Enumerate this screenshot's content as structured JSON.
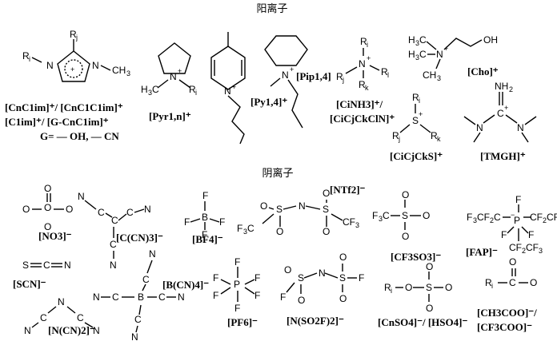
{
  "headings": {
    "cations": "阳离子",
    "anions": "阴离子"
  },
  "cations": {
    "imidazolium": {
      "label1": "[CnC1im]⁺/ [CnC1C1im]⁺",
      "label2": "[C1im]⁺/ [G-CnC1im]⁺",
      "label3": "G= — OH, — CN"
    },
    "pyrrolidinium": {
      "label": "[Pyr1,n]⁺"
    },
    "pyridinium": {
      "label": "[Py1,4]⁺"
    },
    "piperidinium": {
      "label": "[Pip1,4]"
    },
    "ammonium": {
      "label1": "[CiNH3]⁺/",
      "label2": "[CiCjCkClN]⁺"
    },
    "choline": {
      "label": "[Cho]⁺"
    },
    "sulfonium": {
      "label": "[CiCjCkS]⁺"
    },
    "tmgh": {
      "label": "[TMGH]⁺"
    }
  },
  "anions": {
    "nitrate": "[NO3]⁻",
    "tricyanomethanide": "[C(CN)3]⁻",
    "tetrafluoroborate": "[BF4]⁻",
    "ntf2": "[NTf2]⁻",
    "triflate": "[CF3SO3]⁻",
    "fap": "[FAP]⁻",
    "thiocyanate": "[SCN]⁻",
    "tetracyanoborate": "[B(CN)4]⁻",
    "hexafluorophosphate": "[PF6]⁻",
    "fsi": "[N(SO2F)2]⁻",
    "sulfates": "[CnSO4]⁻/ [HSO4]⁻",
    "dicyanamide": "[N(CN)2]⁻",
    "carboxylates1": "[CH3COO]⁻/",
    "carboxylates2": "[CF3COO]⁻"
  }
}
